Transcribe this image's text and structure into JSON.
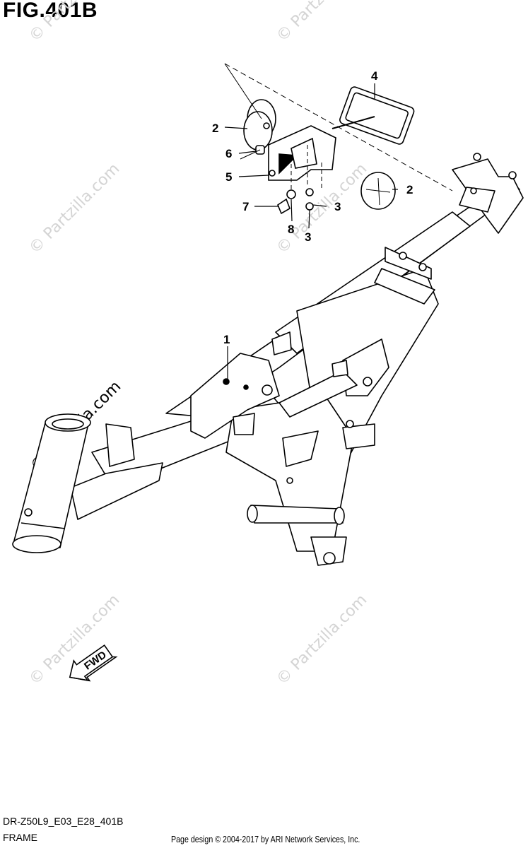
{
  "figure": {
    "title": "FIG.401B"
  },
  "footer": {
    "code": "DR-Z50L9_E03_E28_401B",
    "section": "FRAME",
    "credit": "Page design © 2004-2017 by ARI Network Services, Inc."
  },
  "direction_badge": {
    "label": "FWD"
  },
  "watermark": {
    "text": "© Partzilla.com"
  },
  "callouts": [
    "1",
    "2",
    "2",
    "3",
    "3",
    "4",
    "5",
    "6",
    "7",
    "8"
  ]
}
